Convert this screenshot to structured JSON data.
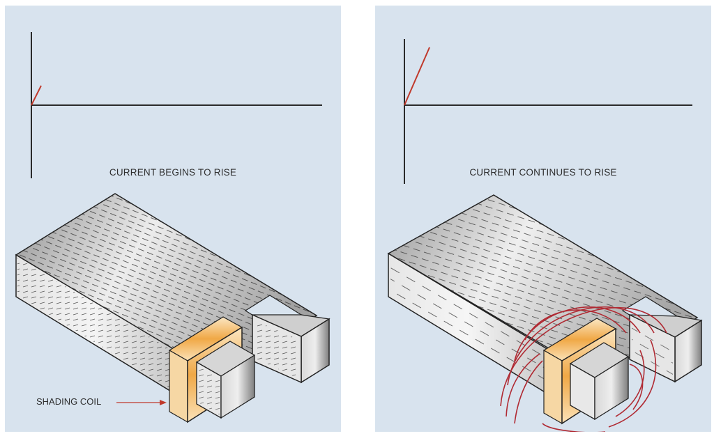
{
  "panels": [
    {
      "caption": "CURRENT BEGINS TO RISE",
      "callout": "SHADING COIL"
    },
    {
      "caption": "CURRENT CONTINUES TO RISE"
    }
  ],
  "colors": {
    "background": "#d8e3ee",
    "axis": "#2a2a2a",
    "current_trace": "#c0392b",
    "shading_coil": "#f2b35c",
    "flux_lines": "#b02a33",
    "lamination_steel": "#c9c9c9"
  }
}
